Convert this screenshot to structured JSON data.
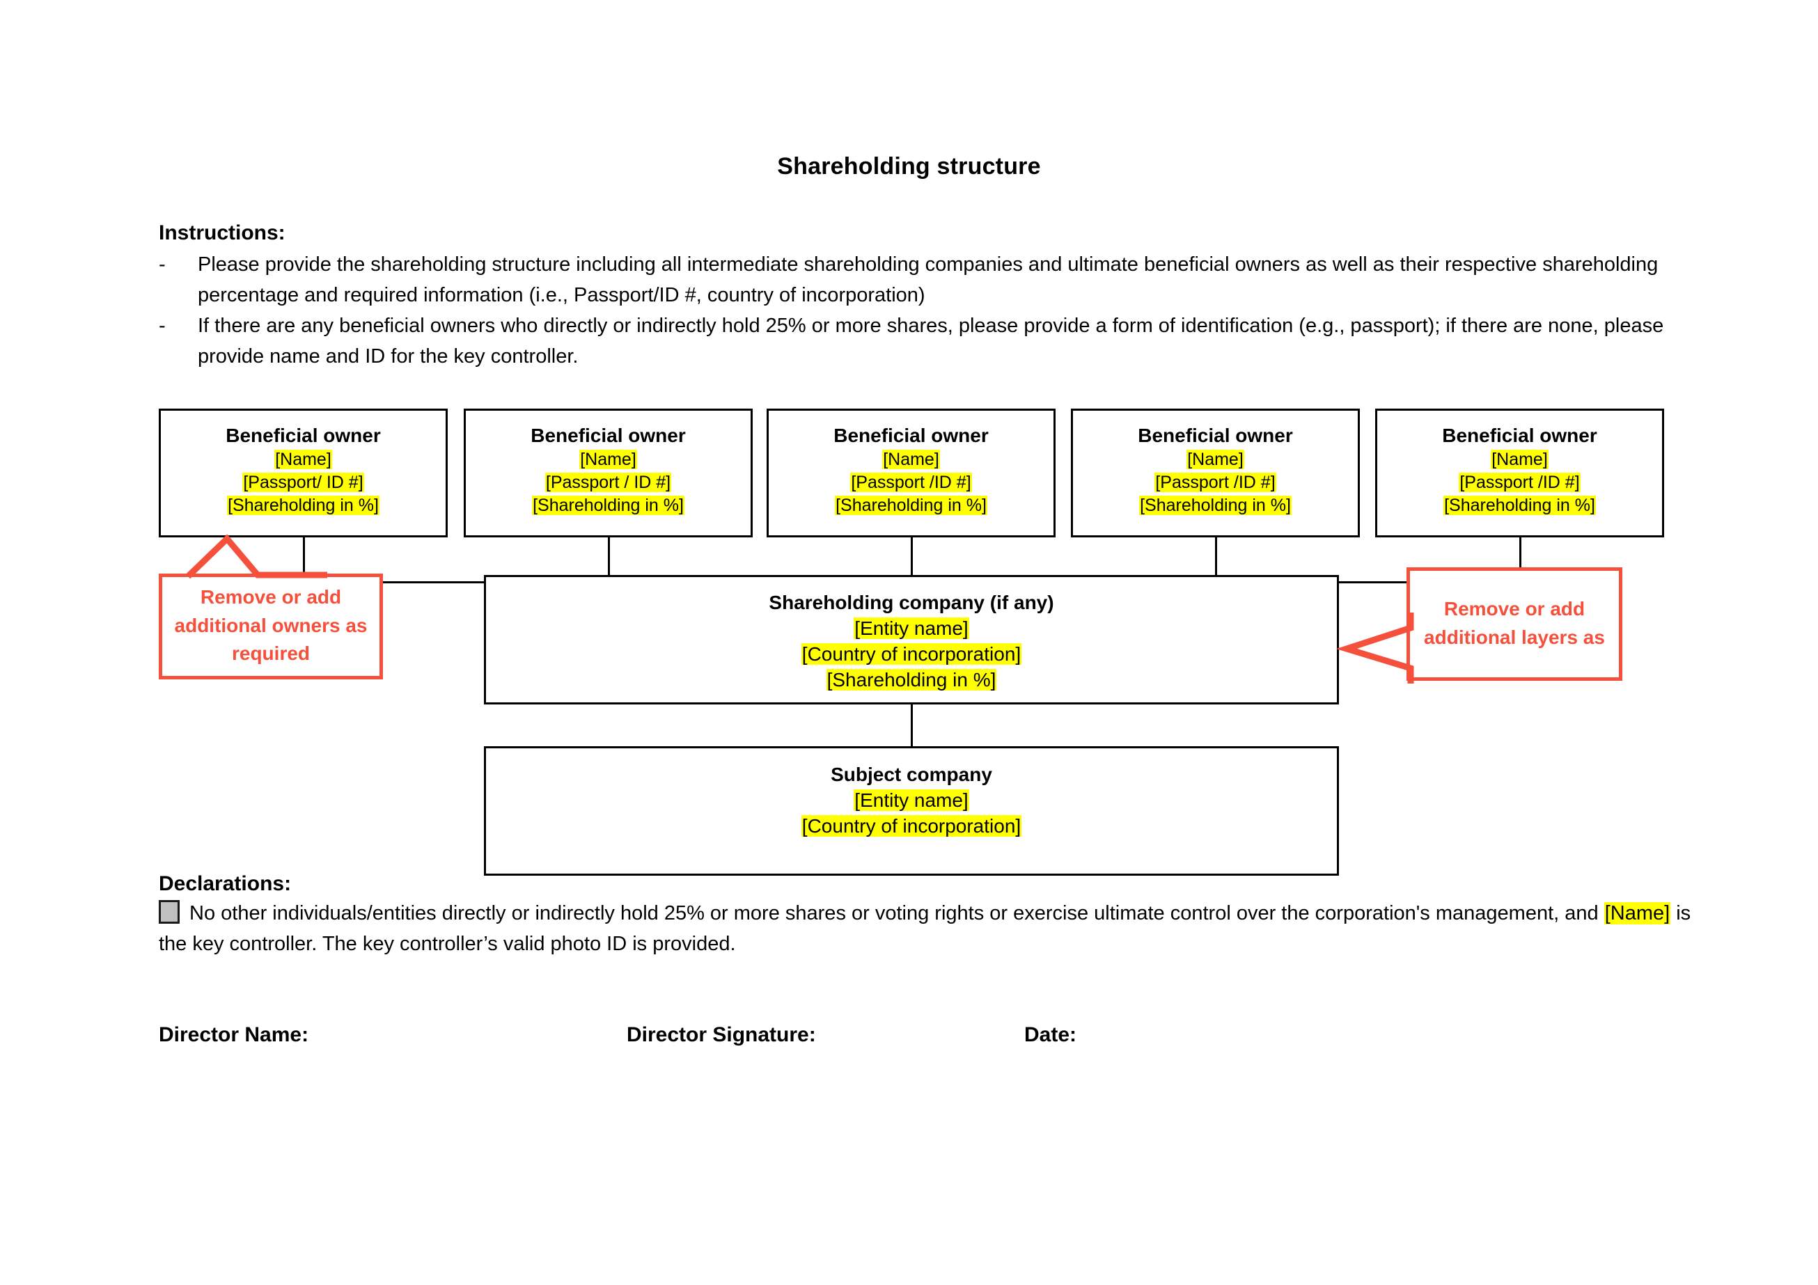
{
  "document": {
    "title": "Shareholding structure"
  },
  "instructions": {
    "heading": "Instructions:",
    "bullet_marker": "-",
    "items": [
      "Please provide the shareholding structure including all intermediate shareholding companies and ultimate beneficial owners as well as their respective shareholding percentage and required information (i.e., Passport/ID #, country of incorporation)",
      "If there are any beneficial owners who directly or indirectly hold 25% or more shares, please provide a form of identification (e.g., passport); if there are none, please provide name and ID for the key controller."
    ]
  },
  "chart": {
    "owners": [
      {
        "title": "Beneficial owner",
        "name": "[Name]",
        "passport": "[Passport/ ID #]",
        "shareholding": "[Shareholding in %]"
      },
      {
        "title": "Beneficial owner",
        "name": "[Name]",
        "passport": "[Passport / ID #]",
        "shareholding": "[Shareholding in %]"
      },
      {
        "title": "Beneficial owner",
        "name": "[Name]",
        "passport": "[Passport /ID #]",
        "shareholding": "[Shareholding in %]"
      },
      {
        "title": "Beneficial owner",
        "name": "[Name]",
        "passport": "[Passport /ID #]",
        "shareholding": "[Shareholding in %]"
      },
      {
        "title": "Beneficial owner",
        "name": "[Name]",
        "passport": "[Passport /ID #]",
        "shareholding": "[Shareholding in %]"
      }
    ],
    "shareholding_company": {
      "title": "Shareholding company (if any)",
      "entity_name": "[Entity name]",
      "country": "[Country of incorporation]",
      "shareholding": "[Shareholding in %]"
    },
    "subject_company": {
      "title": "Subject company",
      "entity_name": "[Entity name]",
      "country": "[Country of incorporation]"
    },
    "callouts": {
      "left": "Remove or add additional owners as required",
      "right": "Remove or add additional layers as"
    }
  },
  "declarations": {
    "heading": "Declarations:",
    "text_before_name": "No other individuals/entities directly or indirectly hold 25% or more shares or voting rights or exercise ultimate control over the corporation's management, and ",
    "name_placeholder": "[Name]",
    "text_after_name": " is the key controller. The key controller’s valid photo ID is provided.",
    "checkbox_checked": "false"
  },
  "signature": {
    "director_name_label": "Director Name:",
    "director_signature_label": "Director Signature:",
    "date_label": "Date:"
  },
  "colors": {
    "callout_red": "#f4503c",
    "highlight_yellow": "#ffff00",
    "checkbox_gray": "#c0c0c0",
    "border_black": "#000000"
  }
}
